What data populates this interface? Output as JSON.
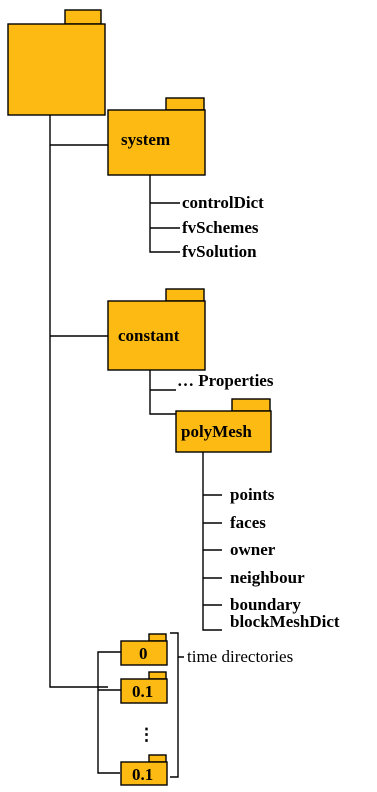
{
  "folders": {
    "root": "",
    "system": "system",
    "constant": "constant",
    "polymesh": "polyMesh",
    "time_first": "0",
    "time_second": "0.1",
    "time_last": "0.1"
  },
  "system_files": [
    "controlDict",
    "fvSchemes",
    "fvSolution"
  ],
  "constant_files": [
    "… Properties"
  ],
  "polymesh_files": [
    "points",
    "faces",
    "owner",
    "neighbour",
    "boundary",
    "blockMeshDict"
  ],
  "time_dots": "⋮",
  "time_label": "time directories",
  "colors": {
    "folder_fill": "#FDBA12",
    "outline": "#000000"
  }
}
